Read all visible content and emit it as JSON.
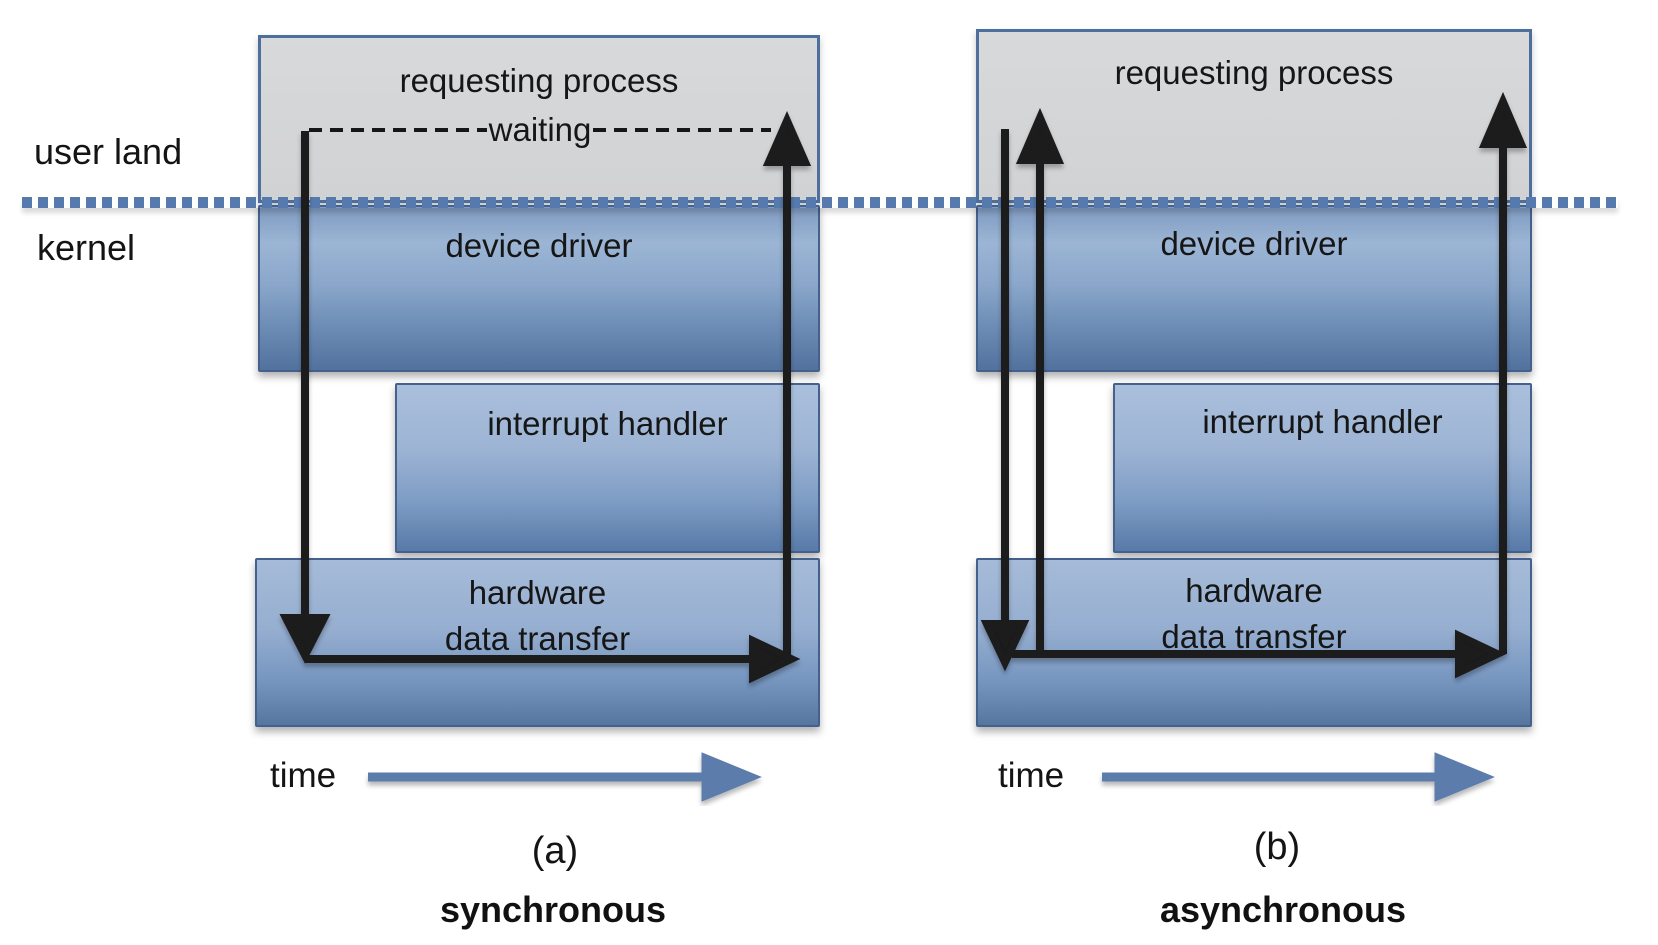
{
  "diagram": {
    "side_labels": {
      "user_land": "user land",
      "kernel": "kernel"
    },
    "panels": [
      {
        "letter": "(a)",
        "mode": "synchronous",
        "time_label": "time",
        "requesting_process": "requesting process",
        "waiting_label": "waiting",
        "device_driver": "device driver",
        "interrupt_handler": "interrupt handler",
        "hardware_line1": "hardware",
        "hardware_line2": "data transfer"
      },
      {
        "letter": "(b)",
        "mode": "asynchronous",
        "time_label": "time",
        "requesting_process": "requesting process",
        "device_driver": "device driver",
        "interrupt_handler": "interrupt handler",
        "hardware_line1": "hardware",
        "hardware_line2": "data transfer"
      }
    ],
    "colors": {
      "separator_dot_blue": "#567aad",
      "box_border_blue": "#4e6f9e",
      "gray_box_fill": "#d3d4d5",
      "blue_gradient_top": "#9db5d5",
      "blue_gradient_bottom": "#54749f",
      "flow_arrow_black": "#1a1a1a",
      "time_arrow_blue": "#5b7cac"
    }
  }
}
